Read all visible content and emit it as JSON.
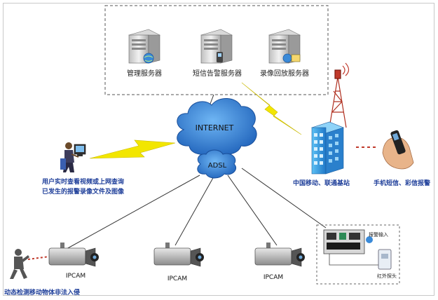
{
  "servers": {
    "management": "管理服务器",
    "sms_alarm": "短信告警服务器",
    "playback": "录像回放服务器"
  },
  "network": {
    "internet": "INTERNET",
    "adsl": "ADSL"
  },
  "user_caption": {
    "line1": "用户实时查看视频或上网查询",
    "line2": "已发生的报警录像文件及图像"
  },
  "base_station": "中国移动、联通基站",
  "phone_caption": "手机短信、彩信报警",
  "cameras": {
    "cam1": "IPCAM",
    "cam2": "IPCAM",
    "cam3": "IPCAM"
  },
  "intruder_caption": "动态检测移动物体非法入侵",
  "alarm_box": {
    "alarm_input": "报警输入",
    "sensor": "红外探头"
  },
  "colors": {
    "label_blue": "#1f3f9a",
    "cloud": "#2f7fd8",
    "bolt": "#f2e600",
    "building": "#3aa0e0"
  }
}
